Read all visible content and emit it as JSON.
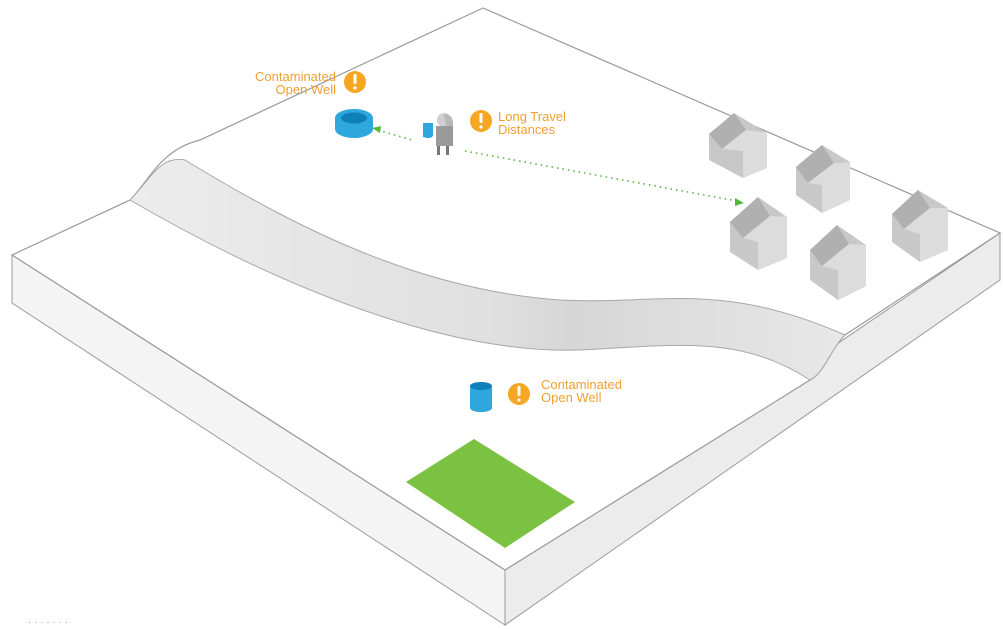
{
  "colors": {
    "warning": "#f5a623",
    "label": "#f0a030",
    "water": "#2ea8dc",
    "field": "#7cc242",
    "path": "#56b73d",
    "house": "#bdbdbd"
  },
  "callouts": [
    {
      "line1": "Contaminated",
      "line2": "Open Well",
      "icon": "exclamation-icon"
    },
    {
      "line1": "Long Travel",
      "line2": "Distances",
      "icon": "exclamation-icon"
    },
    {
      "line1": "Contaminated",
      "line2": "Open Well",
      "icon": "exclamation-icon"
    }
  ],
  "footer": {
    "fragment": "·  ·  ·  ·  ·  ·  ·"
  }
}
